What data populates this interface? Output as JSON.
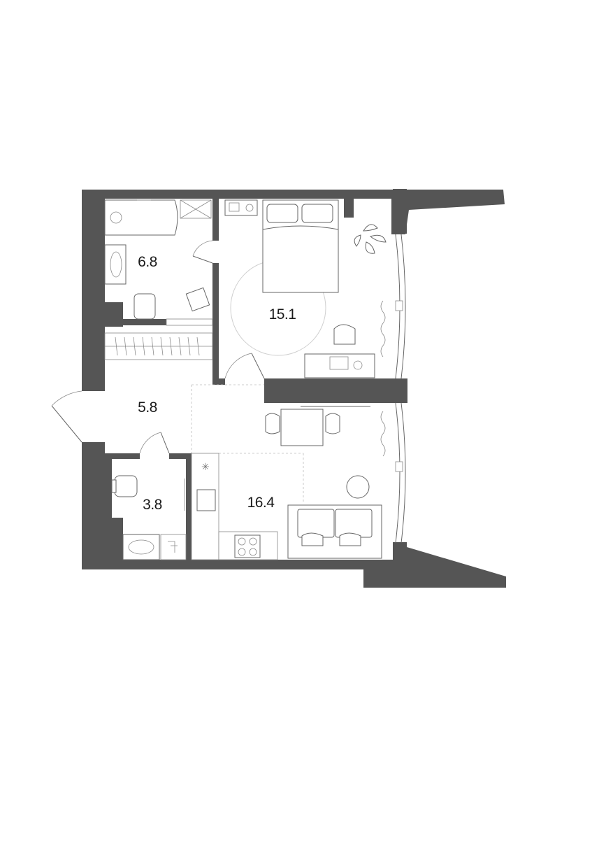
{
  "floor_plan": {
    "rooms": [
      {
        "id": "bathroom",
        "area": "6.8"
      },
      {
        "id": "bedroom",
        "area": "15.1"
      },
      {
        "id": "hallway",
        "area": "5.8"
      },
      {
        "id": "wc",
        "area": "3.8"
      },
      {
        "id": "living-kitchen",
        "area": "16.4"
      }
    ],
    "colors": {
      "wall": "#555555",
      "line": "#666666",
      "background": "#ffffff"
    }
  }
}
